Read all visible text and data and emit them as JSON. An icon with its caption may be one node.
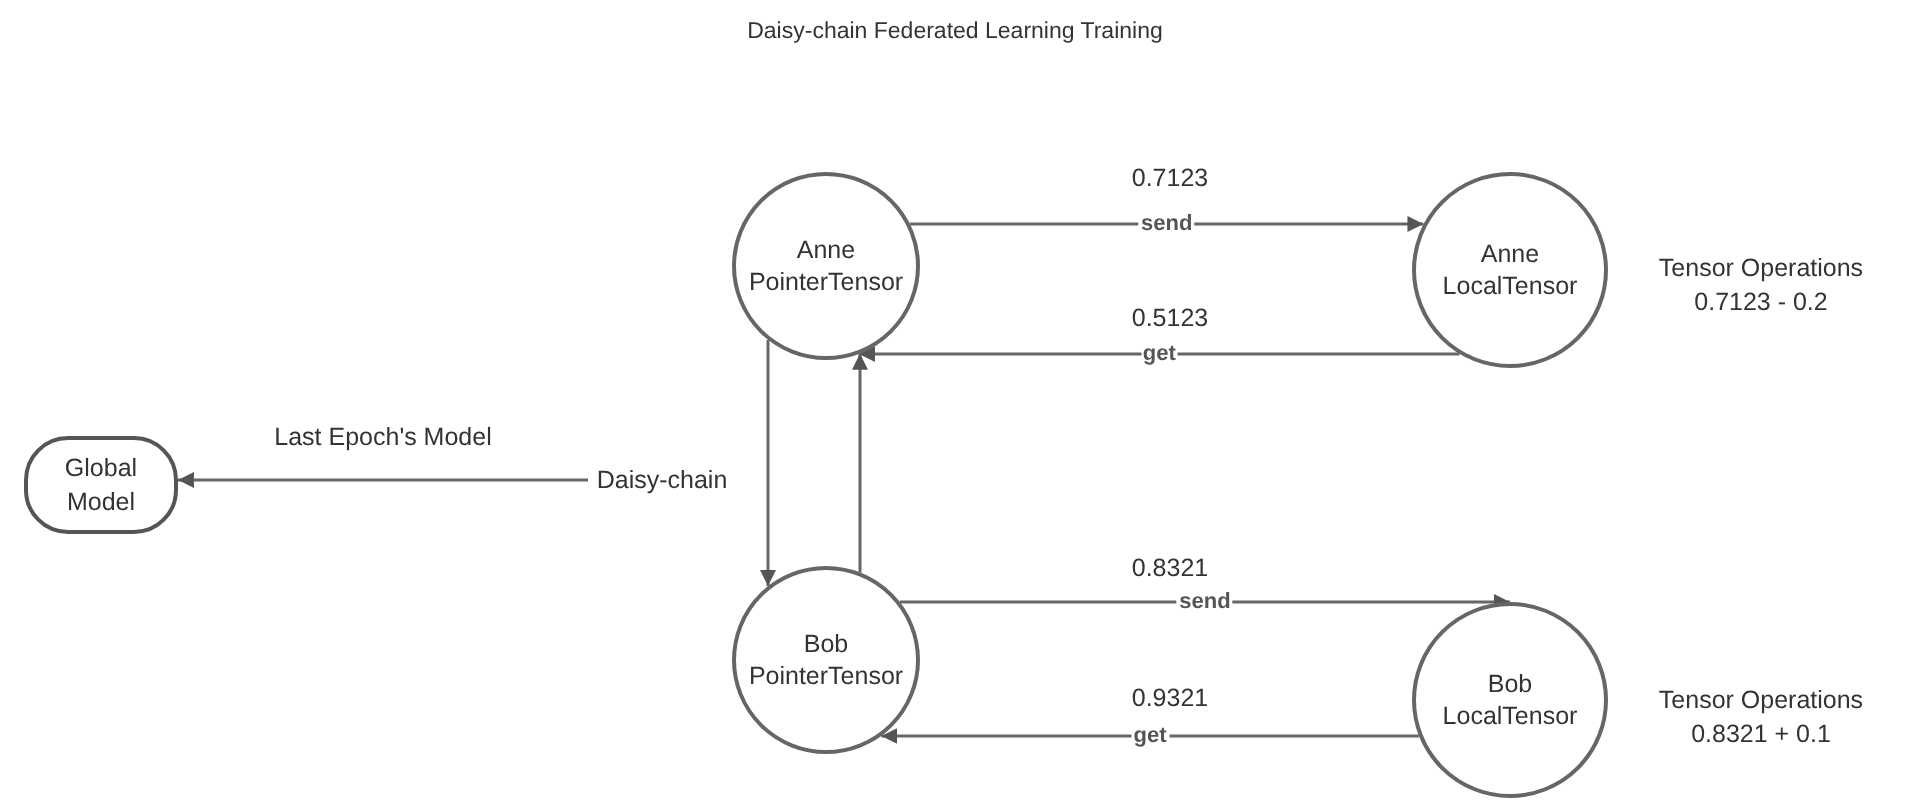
{
  "diagram": {
    "title": "Daisy-chain Federated Learning Training",
    "nodes": [
      {
        "text": [
          "Anne PointerTensor"
        ]
      },
      {
        "text": [
          "Anne LocalTensor"
        ],
        "beside": [
          "Tensor Operations",
          "0.7123 - 0.2"
        ]
      },
      {
        "text": [
          "Global Model"
        ]
      },
      {
        "text": [
          "Daisy-chain"
        ]
      },
      {
        "text": [
          "Bob PointerTensor"
        ]
      },
      {
        "text": [
          "Bob LocalTensor"
        ],
        "beside": [
          "Tensor Operations",
          "0.8321 + 0.1"
        ]
      }
    ],
    "edges": [
      {
        "from": 0,
        "to": 1,
        "arrow": "to",
        "label": "send"
      },
      {
        "from": 1,
        "to": 0,
        "arrow": "to",
        "label": "get"
      },
      {
        "from": 0,
        "to": 4,
        "arrow": "to"
      },
      {
        "from": 4,
        "to": 0,
        "arrow": "to"
      },
      {
        "from": 4,
        "to": 5,
        "arrow": "to",
        "label": "send"
      },
      {
        "from": 5,
        "to": 4,
        "arrow": "to",
        "label": "get"
      },
      {
        "from": 3,
        "to": 2,
        "arrow": "to",
        "label": "Last Epoch's Model"
      }
    ],
    "labels": [
      "0.7123",
      "0.5123",
      "0.8321",
      "0.9321"
    ]
  }
}
